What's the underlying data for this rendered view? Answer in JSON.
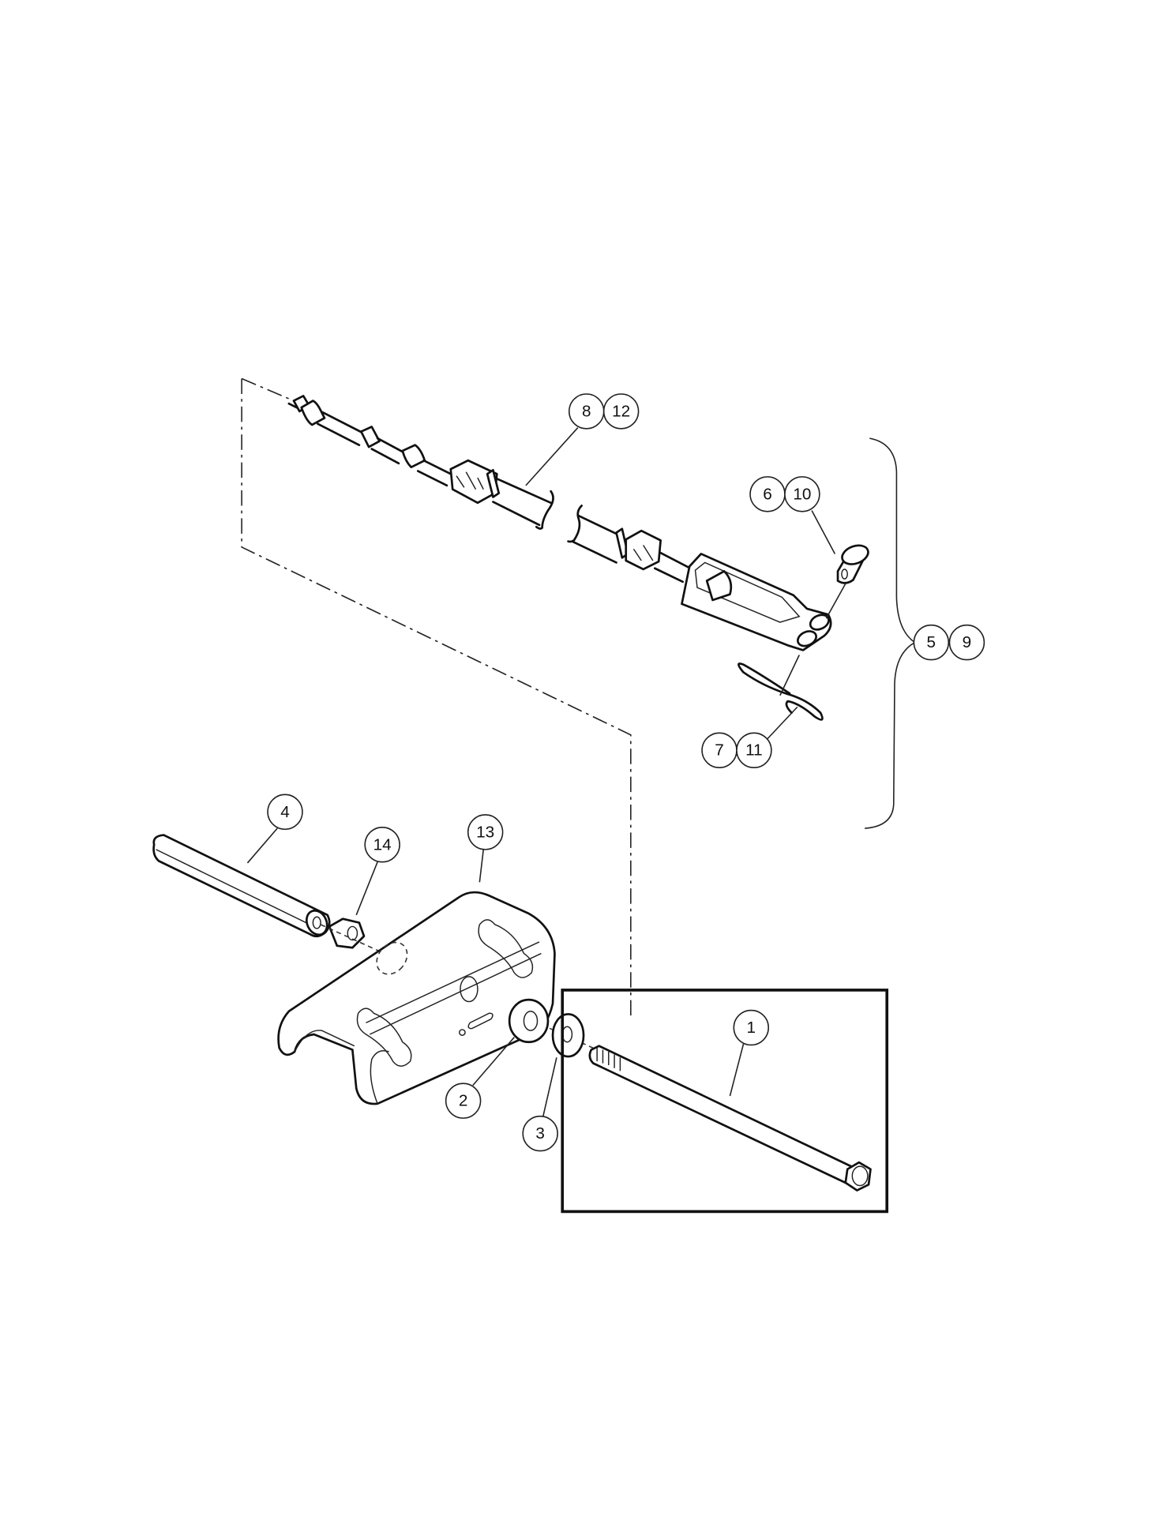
{
  "diagram": {
    "type": "exploded-parts-view",
    "callouts": [
      {
        "id": "c1",
        "label": "1"
      },
      {
        "id": "c2",
        "label": "2"
      },
      {
        "id": "c3",
        "label": "3"
      },
      {
        "id": "c4",
        "label": "4"
      },
      {
        "id": "c5",
        "label": "5"
      },
      {
        "id": "c6",
        "label": "6"
      },
      {
        "id": "c7",
        "label": "7"
      },
      {
        "id": "c8",
        "label": "8"
      },
      {
        "id": "c9",
        "label": "9"
      },
      {
        "id": "c10",
        "label": "10"
      },
      {
        "id": "c11",
        "label": "11"
      },
      {
        "id": "c12",
        "label": "12"
      },
      {
        "id": "c13",
        "label": "13"
      },
      {
        "id": "c14",
        "label": "14"
      }
    ],
    "parts": [
      {
        "callouts": [
          "8",
          "12"
        ],
        "name": "cable"
      },
      {
        "callouts": [
          "6",
          "10"
        ],
        "name": "clevis-pin"
      },
      {
        "callouts": [
          "7",
          "11"
        ],
        "name": "hair-pin-clip"
      },
      {
        "callouts": [
          "5",
          "9"
        ],
        "name": "cable-assembly-group"
      },
      {
        "callouts": [
          "4"
        ],
        "name": "hex-spacer"
      },
      {
        "callouts": [
          "14"
        ],
        "name": "hex-nut"
      },
      {
        "callouts": [
          "13"
        ],
        "name": "bracket"
      },
      {
        "callouts": [
          "2"
        ],
        "name": "spacer"
      },
      {
        "callouts": [
          "3"
        ],
        "name": "washer"
      },
      {
        "callouts": [
          "1"
        ],
        "name": "bolt",
        "highlighted": true
      }
    ],
    "colors": {
      "line": "#111111",
      "background": "#ffffff"
    }
  }
}
